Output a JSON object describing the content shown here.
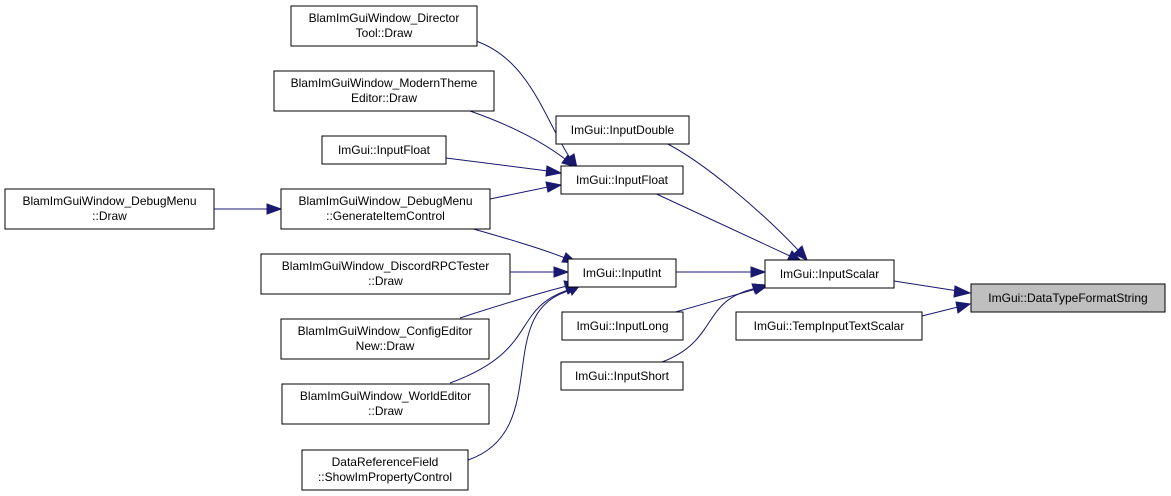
{
  "colors": {
    "edge": "#191970",
    "node_border": "#000000",
    "node_fill": "#ffffff",
    "root_fill": "#bfbfbf",
    "background": "#ffffff"
  },
  "nodes": {
    "root": {
      "lines": [
        "ImGui::DataTypeFormatString"
      ]
    },
    "input_scalar": {
      "lines": [
        "ImGui::InputScalar"
      ]
    },
    "temp_input_text_scalar": {
      "lines": [
        "ImGui::TempInputTextScalar"
      ]
    },
    "input_double": {
      "lines": [
        "ImGui::InputDouble"
      ]
    },
    "input_float_mid": {
      "lines": [
        "ImGui::InputFloat"
      ]
    },
    "input_int": {
      "lines": [
        "ImGui::InputInt"
      ]
    },
    "input_long": {
      "lines": [
        "ImGui::InputLong"
      ]
    },
    "input_short": {
      "lines": [
        "ImGui::InputShort"
      ]
    },
    "director_tool_draw": {
      "lines": [
        "BlamImGuiWindow_Director",
        "Tool::Draw"
      ]
    },
    "modern_theme_editor_draw": {
      "lines": [
        "BlamImGuiWindow_ModernTheme",
        "Editor::Draw"
      ]
    },
    "input_float_left": {
      "lines": [
        "ImGui::InputFloat"
      ]
    },
    "debugmenu_generate_item_control": {
      "lines": [
        "BlamImGuiWindow_DebugMenu",
        "::GenerateItemControl"
      ]
    },
    "discord_rpc_tester_draw": {
      "lines": [
        "BlamImGuiWindow_DiscordRPCTester",
        "::Draw"
      ]
    },
    "config_editor_new_draw": {
      "lines": [
        "BlamImGuiWindow_ConfigEditor",
        "New::Draw"
      ]
    },
    "world_editor_draw": {
      "lines": [
        "BlamImGuiWindow_WorldEditor",
        "::Draw"
      ]
    },
    "data_reference_field_show": {
      "lines": [
        "DataReferenceField",
        "::ShowImPropertyControl"
      ]
    },
    "debugmenu_draw": {
      "lines": [
        "BlamImGuiWindow_DebugMenu",
        "::Draw"
      ]
    }
  }
}
